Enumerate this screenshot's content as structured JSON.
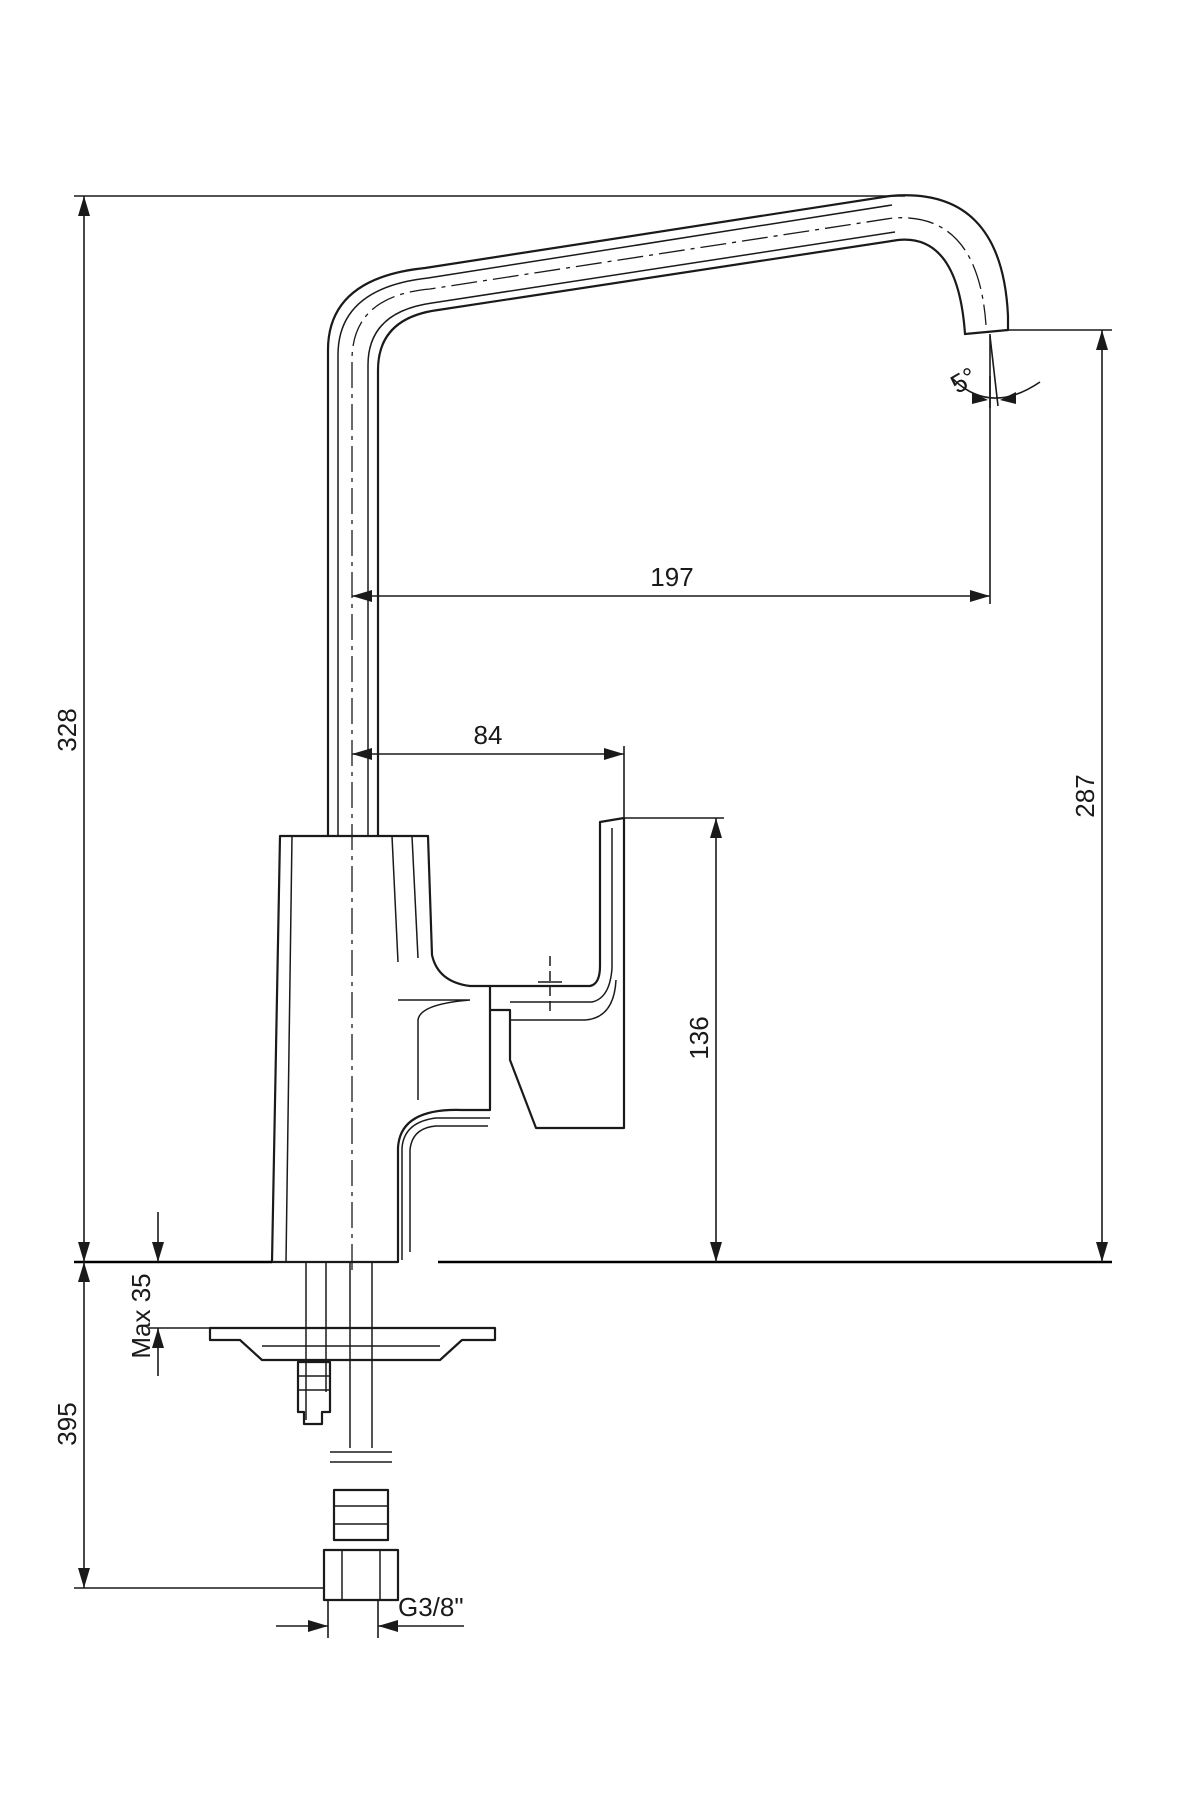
{
  "dimensions": {
    "total_height": "328",
    "spout_outlet_height": "287",
    "spout_reach": "197",
    "lever_reach": "84",
    "lever_height": "136",
    "below_deck_length": "395",
    "max_deck_thickness": "Max 35",
    "connection_thread": "G3/8\"",
    "outlet_angle": "5°"
  },
  "colors": {
    "line": "#1a1a1a",
    "background": "#ffffff"
  }
}
